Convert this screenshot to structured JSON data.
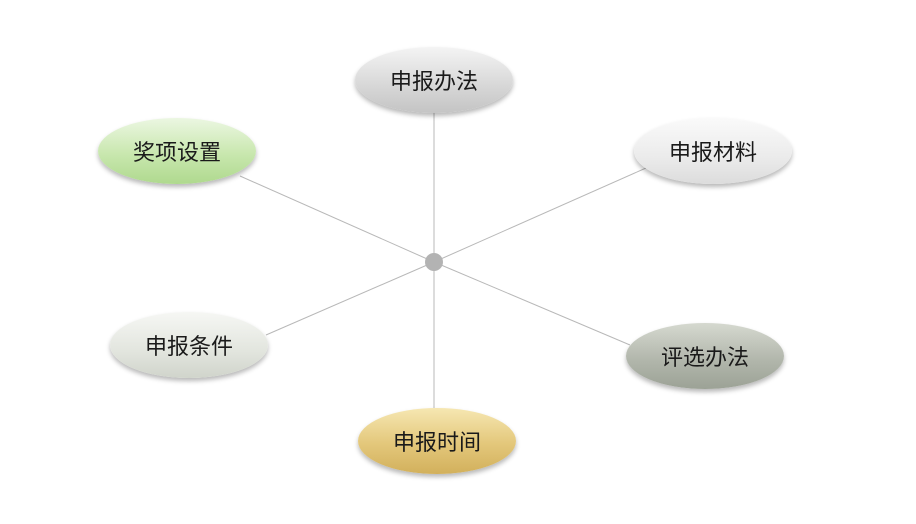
{
  "diagram": {
    "nodes": [
      {
        "id": "top",
        "label": "申报办法"
      },
      {
        "id": "tl",
        "label": "奖项设置"
      },
      {
        "id": "tr",
        "label": "申报材料"
      },
      {
        "id": "bl",
        "label": "申报条件"
      },
      {
        "id": "br",
        "label": "评选办法"
      },
      {
        "id": "bottom",
        "label": "申报时间"
      }
    ],
    "colors": {
      "line": "#b8b8b8",
      "hub": "#b3b3b3"
    }
  }
}
